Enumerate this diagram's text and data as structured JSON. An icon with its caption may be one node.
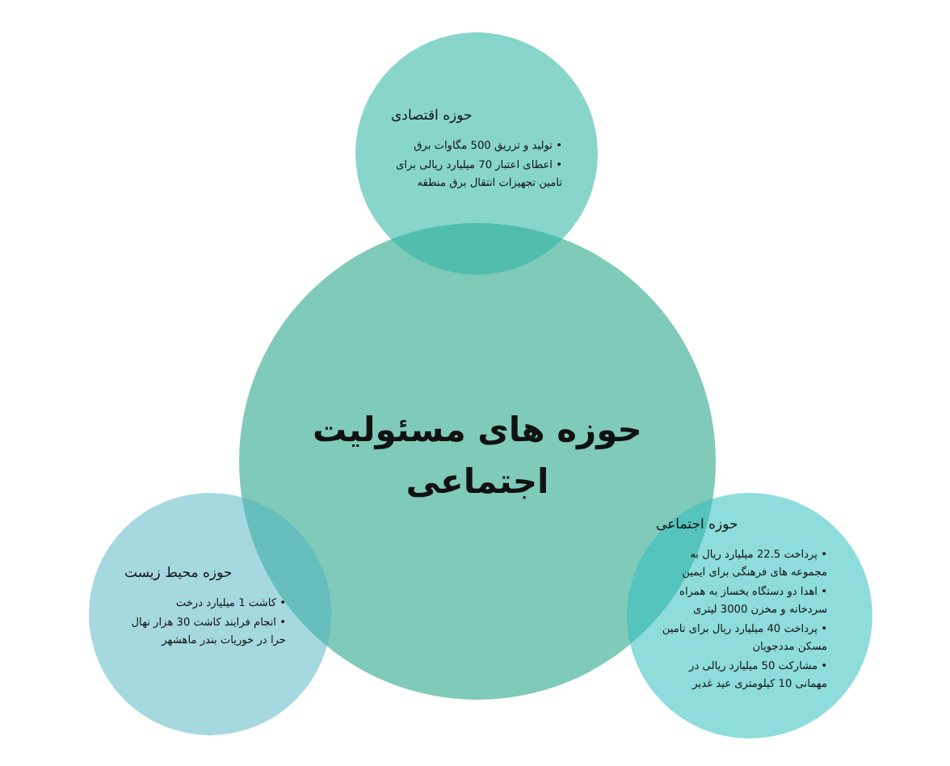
{
  "diagram": {
    "nodes": [
      {
        "text": [
          "حوزه اقتصادی",
          "• تولید و تزریق 500 مگاوات برق",
          "• اعطای اعتبار 70 میلیارد ریالی برای تامین تجهیزات انتقال برق منطقه"
        ]
      },
      {
        "text": [
          "حوزه های مسئولیت اجتماعی"
        ]
      },
      {
        "text": [
          "حوزه محیط زیست",
          "• کاشت 1 میلیارد درخت",
          "• انجام فرایند کاشت 30 هزار نهال حرا در خوریات بندر ماهشهر"
        ]
      },
      {
        "text": [
          "حوزه اجتماعی",
          "• پرداخت 22.5 میلیارد ریال به مجموعه های فرهنگی برای ایمین",
          "• اهدا دو دستگاه یخساز به همراه سردخانه و مخزن 3000 لیتری",
          "• پرداخت 40 میلیارد ریال برای تامین مسکن مددجویان",
          "• مشارکت 50 میلیارد ریالی در مهمانی 10 کیلومتری عید غدیر"
        ]
      }
    ]
  }
}
